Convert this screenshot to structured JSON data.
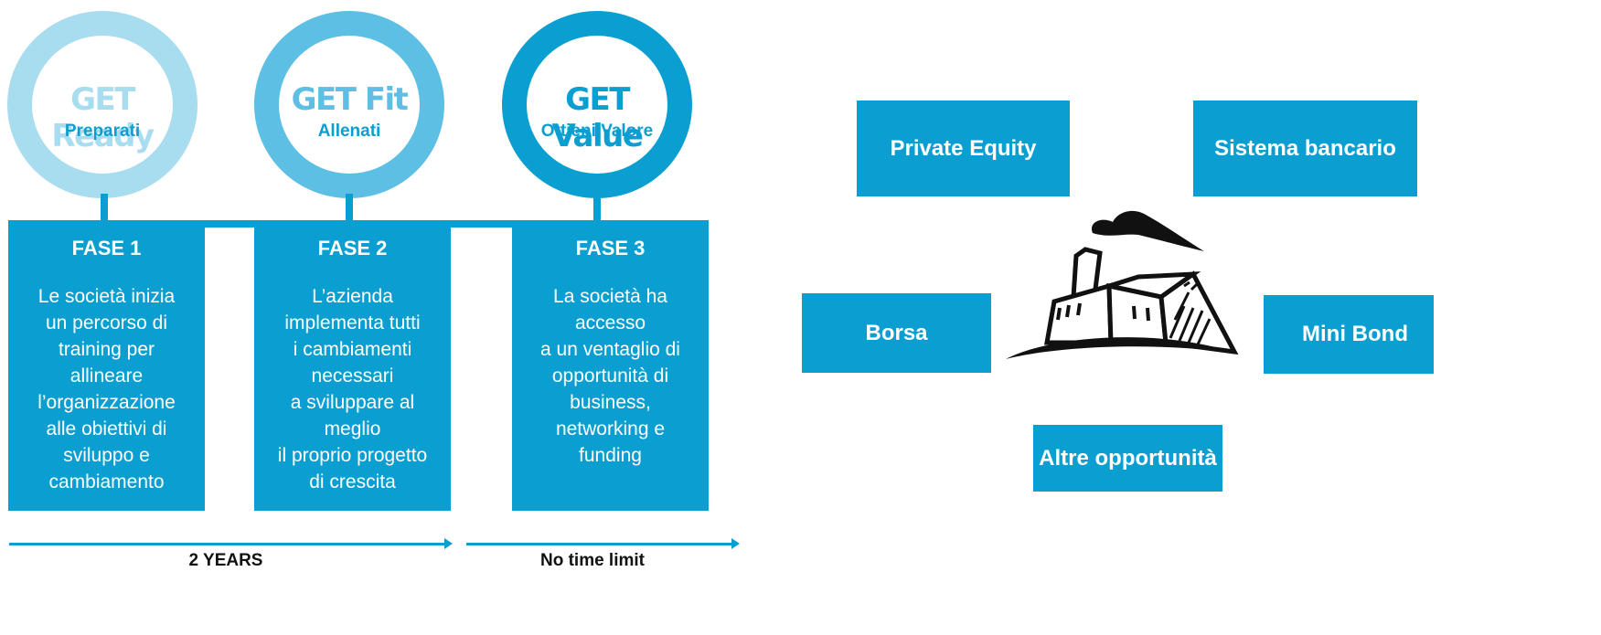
{
  "colors": {
    "ring_ready": "#a8dcef",
    "ring_fit": "#5dbfe3",
    "ring_value": "#0a9fd0",
    "box": "#0a9fd0"
  },
  "rings": [
    {
      "title": "GET Ready",
      "subtitle": "Preparati"
    },
    {
      "title": "GET Fit",
      "subtitle": "Allenati"
    },
    {
      "title": "GET Value",
      "subtitle": "Ottieni Valore"
    }
  ],
  "phases": [
    {
      "title": "FASE 1",
      "lines": [
        "Le società inizia",
        "un percorso di",
        "training per",
        "allineare",
        "l’organizzazione",
        "alle obiettivi di",
        "sviluppo e",
        "cambiamento"
      ]
    },
    {
      "title": "FASE 2",
      "lines": [
        "L’azienda",
        "implementa tutti",
        "i cambiamenti",
        "necessari",
        "a sviluppare al",
        "meglio",
        "il proprio progetto",
        "di crescita"
      ]
    },
    {
      "title": "FASE 3",
      "lines": [
        "La società ha",
        "accesso",
        "a un ventaglio di",
        "opportunità di",
        "business,",
        "networking e",
        "funding"
      ]
    }
  ],
  "timeline": {
    "span1": "2 YEARS",
    "span2": "No time limit"
  },
  "options": {
    "private_equity": "Private Equity",
    "sistema_bancario": "Sistema bancario",
    "borsa": "Borsa",
    "mini_bond": "Mini Bond",
    "altre": "Altre opportunità"
  },
  "icons": {
    "center": "factory-icon"
  }
}
